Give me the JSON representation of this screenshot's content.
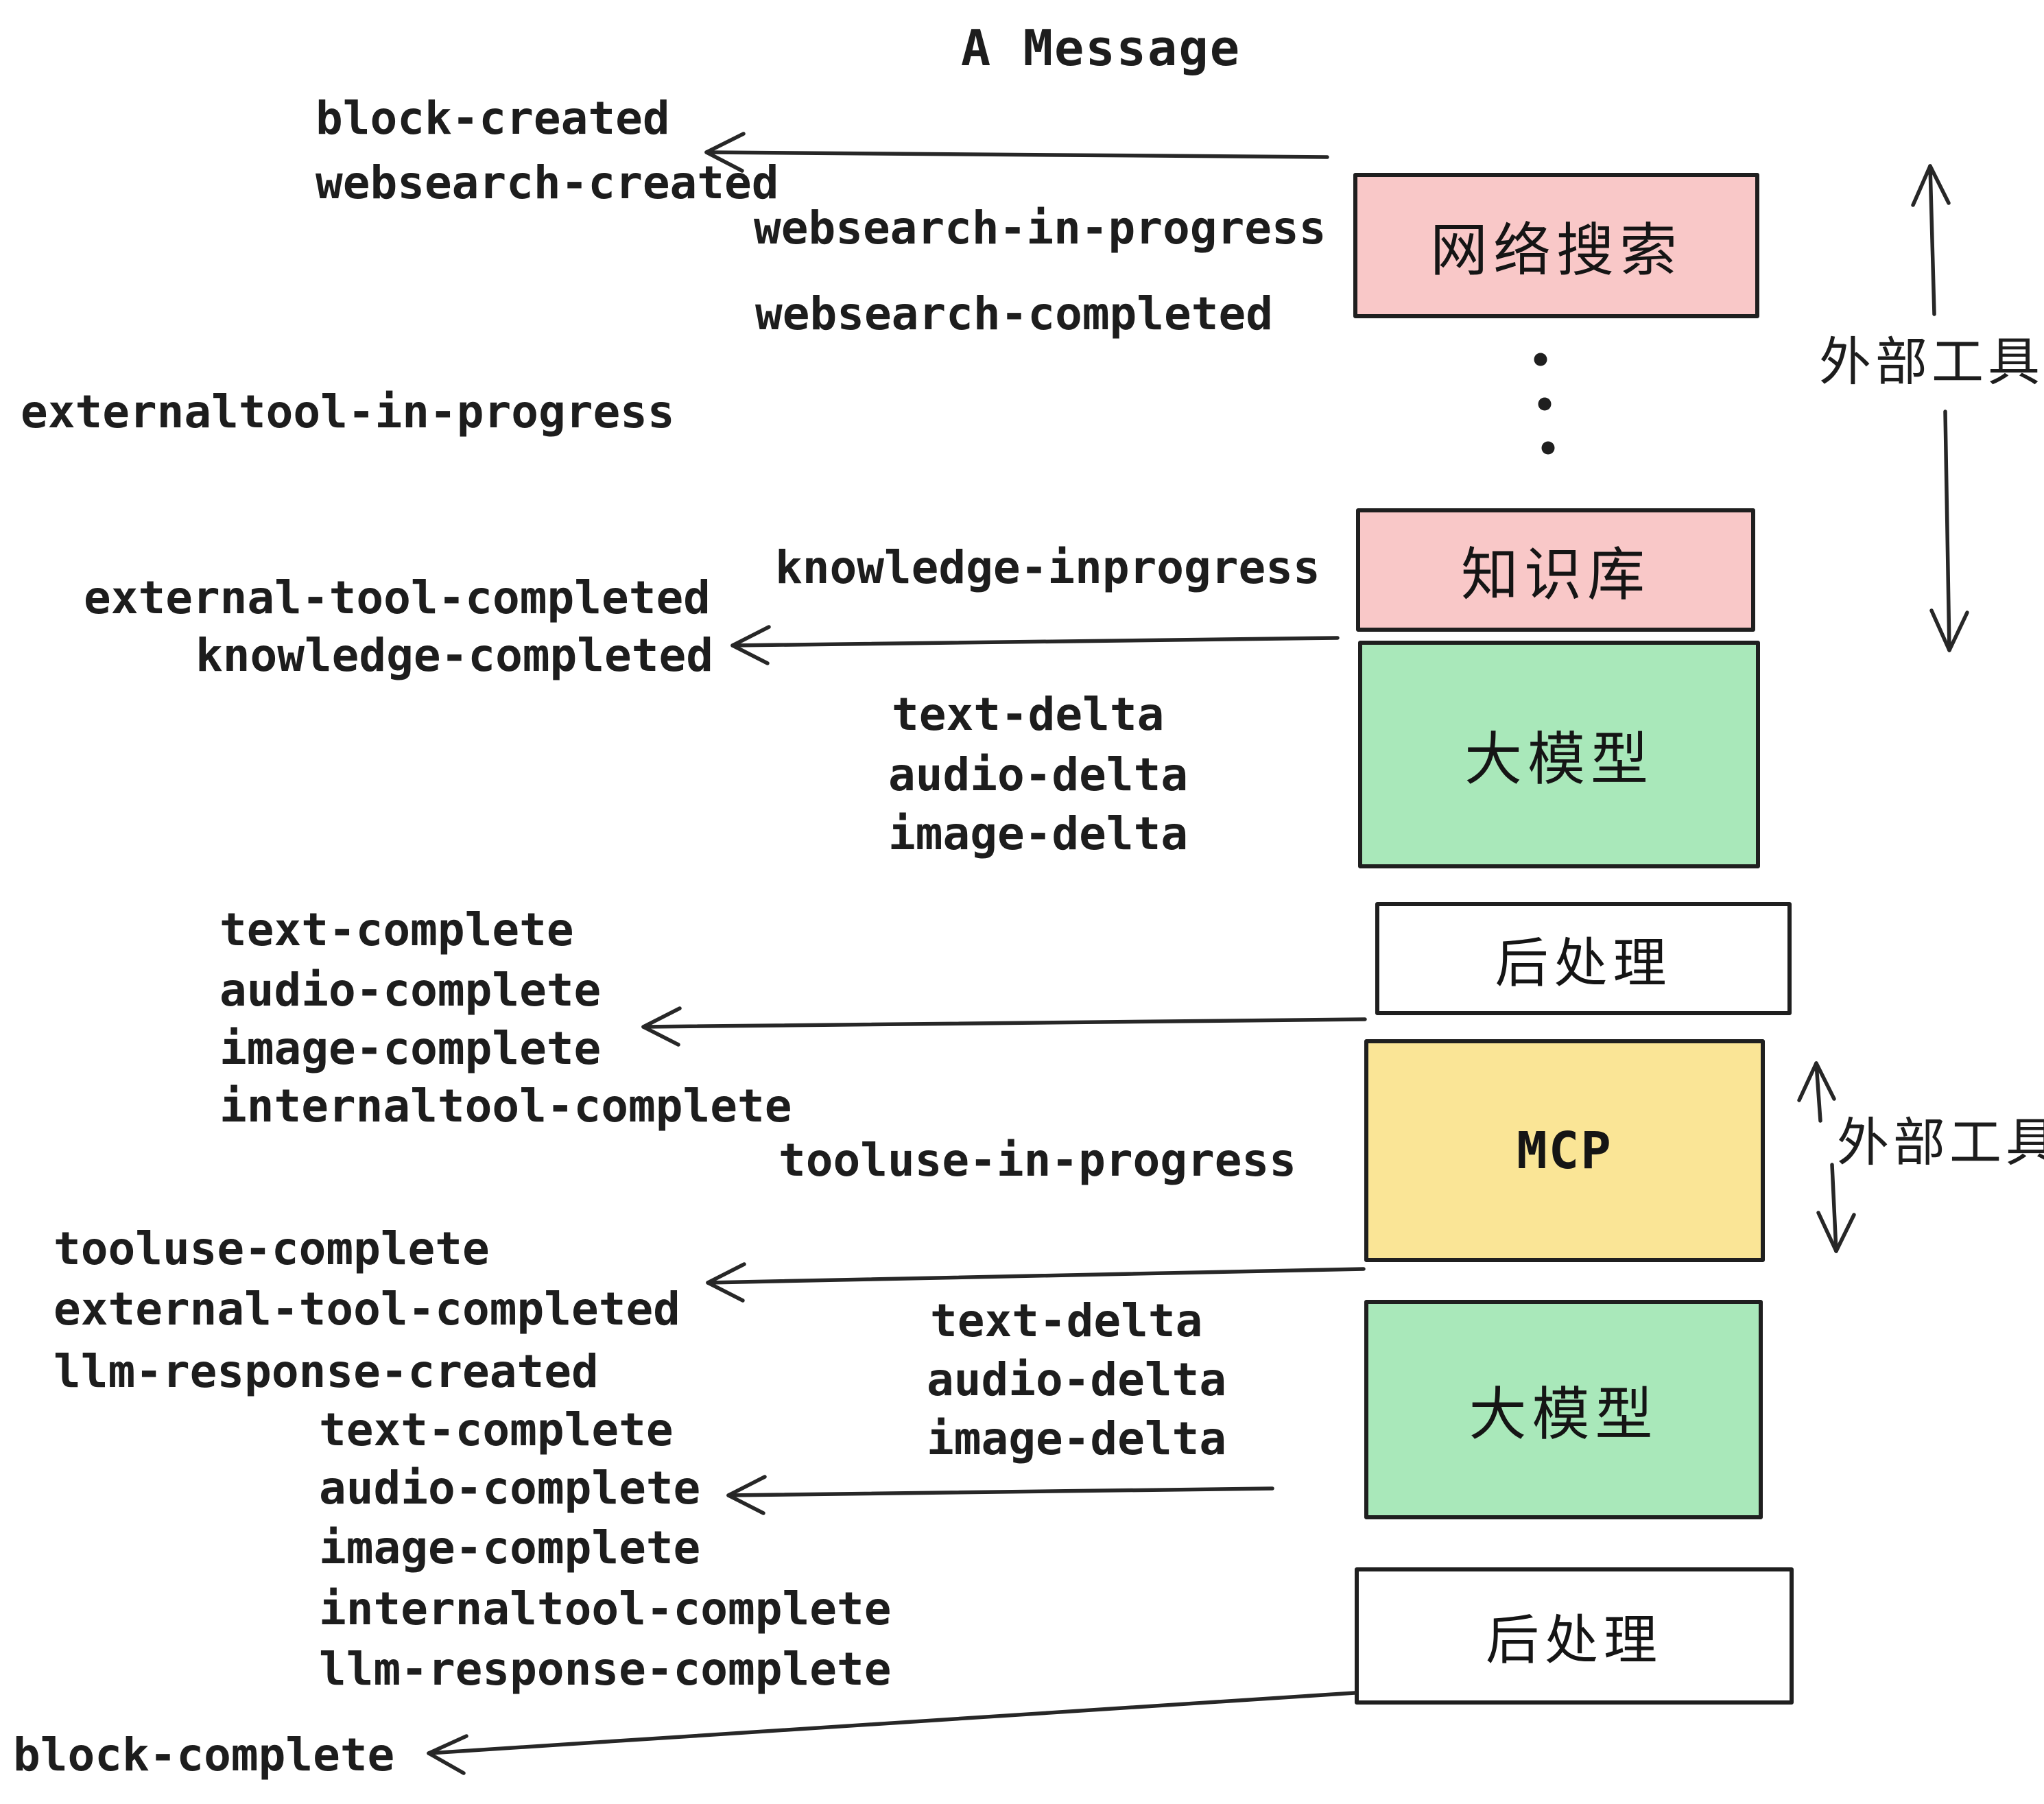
{
  "title": "A Message",
  "colors": {
    "background": "#ffffff",
    "text": "#1d1d1d",
    "arrow": "#272727",
    "box_border": "#1f1f1f",
    "pink": "#f9c8c8",
    "green": "#a9e8ba",
    "yellow": "#fae596",
    "white": "#ffffff"
  },
  "events": [
    {
      "id": "block-created",
      "text": "block-created"
    },
    {
      "id": "websearch-created",
      "text": "websearch-created"
    },
    {
      "id": "websearch-in-progress",
      "text": "websearch-in-progress"
    },
    {
      "id": "websearch-completed",
      "text": "websearch-completed"
    },
    {
      "id": "externaltool-in-progress",
      "text": "externaltool-in-progress"
    },
    {
      "id": "knowledge-inprogress",
      "text": "knowledge-inprogress"
    },
    {
      "id": "external-tool-completed",
      "text": "external-tool-completed"
    },
    {
      "id": "knowledge-completed",
      "text": "knowledge-completed"
    },
    {
      "id": "text-delta-1",
      "text": "text-delta"
    },
    {
      "id": "audio-delta-1",
      "text": "audio-delta"
    },
    {
      "id": "image-delta-1",
      "text": "image-delta"
    },
    {
      "id": "text-complete-1",
      "text": "text-complete"
    },
    {
      "id": "audio-complete-1",
      "text": "audio-complete"
    },
    {
      "id": "image-complete-1",
      "text": "image-complete"
    },
    {
      "id": "internaltool-complete-1",
      "text": "internaltool-complete"
    },
    {
      "id": "tooluse-in-progress",
      "text": "tooluse-in-progress"
    },
    {
      "id": "tooluse-complete",
      "text": "tooluse-complete"
    },
    {
      "id": "external-tool-completed-2",
      "text": "external-tool-completed"
    },
    {
      "id": "llm-response-created",
      "text": "llm-response-created"
    },
    {
      "id": "text-complete-2",
      "text": "text-complete"
    },
    {
      "id": "audio-complete-2",
      "text": "audio-complete"
    },
    {
      "id": "image-complete-2",
      "text": "image-complete"
    },
    {
      "id": "internaltool-complete-2",
      "text": "internaltool-complete"
    },
    {
      "id": "llm-response-complete",
      "text": "llm-response-complete"
    },
    {
      "id": "block-complete",
      "text": "block-complete"
    },
    {
      "id": "text-delta-2",
      "text": "text-delta"
    },
    {
      "id": "audio-delta-2",
      "text": "audio-delta"
    },
    {
      "id": "image-delta-2",
      "text": "image-delta"
    }
  ],
  "boxes": [
    {
      "id": "websearch-box",
      "label": "网络搜索",
      "color": "#f9c8c8"
    },
    {
      "id": "knowledge-box",
      "label": "知识库",
      "color": "#f9c8c8"
    },
    {
      "id": "llm-box-1",
      "label": "大模型",
      "color": "#a9e8ba"
    },
    {
      "id": "post-box-1",
      "label": "后处理",
      "color": "#ffffff"
    },
    {
      "id": "mcp-box",
      "label": "MCP",
      "color": "#fae596"
    },
    {
      "id": "llm-box-2",
      "label": "大模型",
      "color": "#a9e8ba"
    },
    {
      "id": "post-box-2",
      "label": "后处理",
      "color": "#ffffff"
    }
  ],
  "side_annotations": [
    {
      "id": "external-tools-top",
      "label": "外部工具"
    },
    {
      "id": "external-tools-mid",
      "label": "外部工具"
    }
  ],
  "icons": {
    "vertical_ellipsis": "three vertical dots between websearch box and knowledge box"
  }
}
